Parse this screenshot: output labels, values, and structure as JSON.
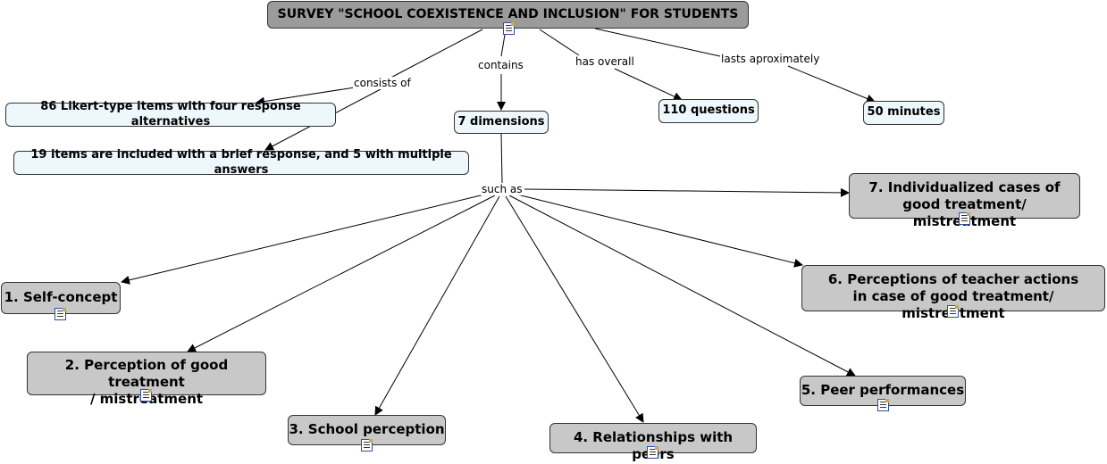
{
  "root": {
    "text": "SURVEY \"SCHOOL COEXISTENCE AND INCLUSION\" FOR STUDENTS"
  },
  "links": {
    "consists_of": "consists of",
    "contains": "contains",
    "has_overall": "has overall",
    "lasts": "lasts aproximately",
    "such_as": "such as"
  },
  "nodes": {
    "likert": "86 Likert-type items with four response alternatives",
    "brief": "19 items are included with a brief response, and 5 with multiple answers",
    "dimensions": "7 dimensions",
    "questions": "110 questions",
    "minutes": "50 minutes",
    "d1": "1. Self-concept",
    "d2": "2. Perception of good treatment\n/ mistreatment",
    "d3": "3. School perception",
    "d4": "4. Relationships with peers",
    "d5": "5. Peer performances",
    "d6": "6. Perceptions of teacher actions\nin case of good treatment/ mistreatment",
    "d7": "7. Individualized cases of\ngood treatment/ mistreatment"
  },
  "icons": {
    "resource": "document-icon"
  }
}
